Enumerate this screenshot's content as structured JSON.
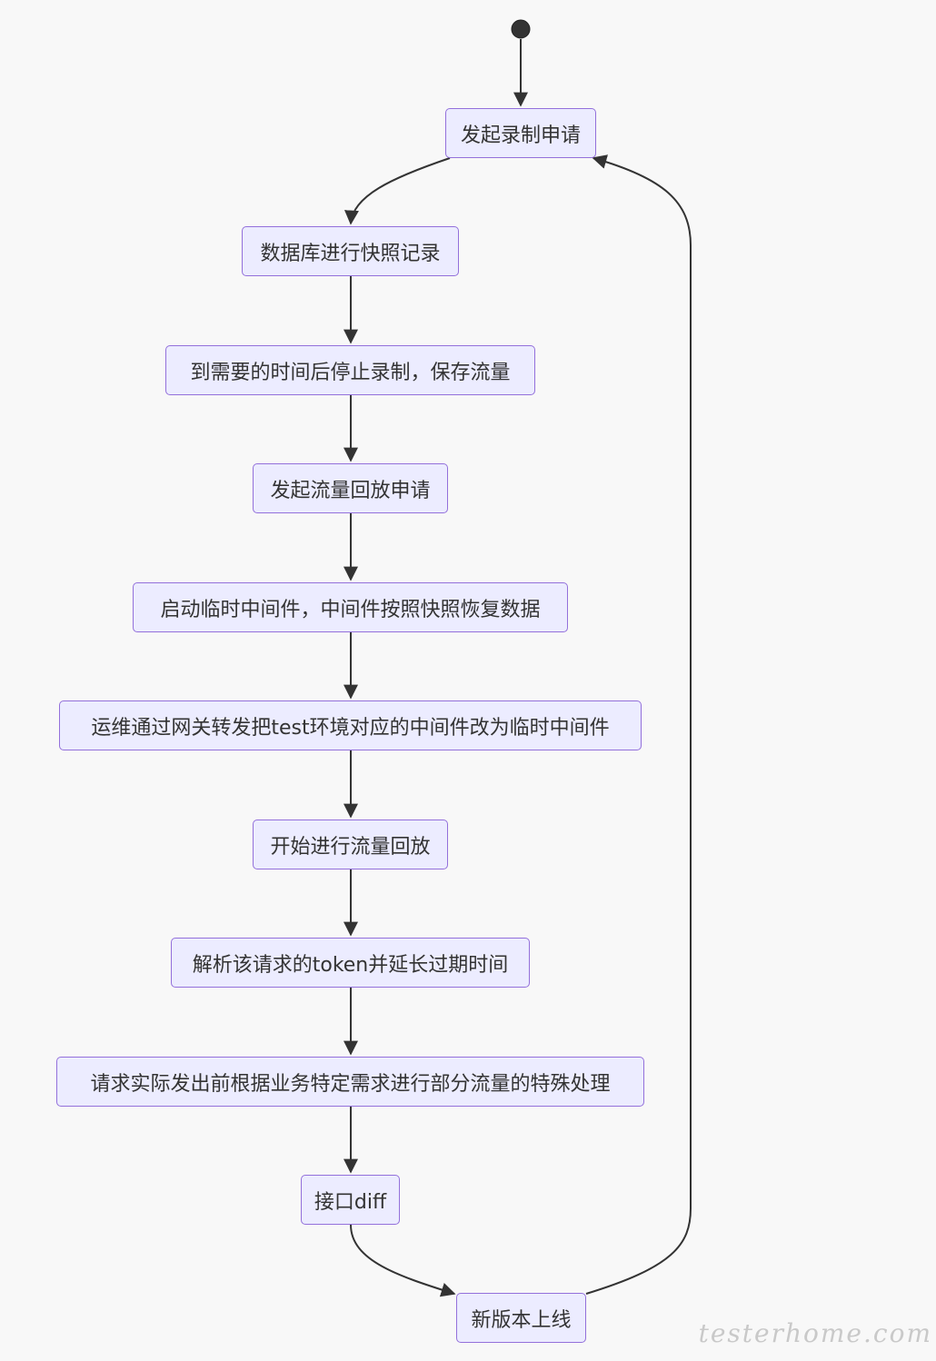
{
  "states": [
    {
      "id": "s1",
      "label": "发起录制申请"
    },
    {
      "id": "s2",
      "label": "数据库进行快照记录"
    },
    {
      "id": "s3",
      "label": "到需要的时间后停止录制，保存流量"
    },
    {
      "id": "s4",
      "label": "发起流量回放申请"
    },
    {
      "id": "s5",
      "label": "启动临时中间件，中间件按照快照恢复数据"
    },
    {
      "id": "s6",
      "label": "运维通过网关转发把test环境对应的中间件改为临时中间件"
    },
    {
      "id": "s7",
      "label": "开始进行流量回放"
    },
    {
      "id": "s8",
      "label": "解析该请求的token并延长过期时间"
    },
    {
      "id": "s9",
      "label": "请求实际发出前根据业务特定需求进行部分流量的特殊处理"
    },
    {
      "id": "s10",
      "label": "接口diff"
    },
    {
      "id": "s11",
      "label": "新版本上线"
    }
  ],
  "transitions": [
    {
      "from": "start",
      "to": "s1"
    },
    {
      "from": "s1",
      "to": "s2"
    },
    {
      "from": "s2",
      "to": "s3"
    },
    {
      "from": "s3",
      "to": "s4"
    },
    {
      "from": "s4",
      "to": "s5"
    },
    {
      "from": "s5",
      "to": "s6"
    },
    {
      "from": "s6",
      "to": "s7"
    },
    {
      "from": "s7",
      "to": "s8"
    },
    {
      "from": "s8",
      "to": "s9"
    },
    {
      "from": "s9",
      "to": "s10"
    },
    {
      "from": "s10",
      "to": "s11"
    },
    {
      "from": "s11",
      "to": "s1"
    }
  ],
  "colors": {
    "node_fill": "#ececff",
    "node_border": "#9370db",
    "edge": "#333333",
    "start": "#333333"
  },
  "watermark": "testerhome.com"
}
